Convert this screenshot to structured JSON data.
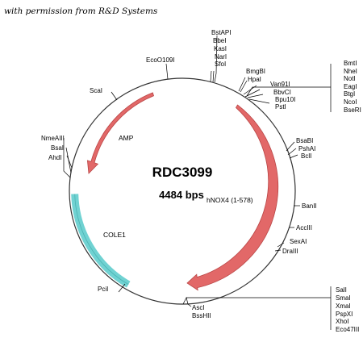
{
  "credit": "with permission from R&D Systems",
  "plasmid": {
    "name": "RDC3099",
    "size": "4484 bps"
  },
  "features": {
    "amp": "AMP",
    "cole1": "COLE1",
    "insert": "hNOX4 (1-578)"
  },
  "colors": {
    "insert_arrow": "#e26868",
    "cole1_arc": "#70d2d2",
    "ring": "#333333"
  },
  "sites": {
    "top": [
      "BstAPI",
      "BbeI",
      "KasI",
      "NarI",
      "SfoI"
    ],
    "eco": "EcoO109I",
    "bmg": [
      "BmgBI",
      "HpaI"
    ],
    "right_group": [
      "BmtI",
      "NheI",
      "NotI",
      "EagI",
      "BtgI",
      "NcoI",
      "BseRI"
    ],
    "van": [
      "Van91I",
      "BbvCI",
      "Bpu10I",
      "PstI"
    ],
    "sca": "ScaI",
    "left": [
      "NmeAIII",
      "BsaI",
      "AhdI"
    ],
    "bsab": [
      "BsaBI",
      "PshAI",
      "BclI"
    ],
    "ban": "BanII",
    "acc": "AccIII",
    "sex": [
      "SexAI",
      "DraIII"
    ],
    "pci": "PciI",
    "asc": [
      "AscI",
      "BssHII"
    ],
    "bottom_right": [
      "SalI",
      "SmaI",
      "XmaI",
      "PspXI",
      "XhoI",
      "Eco47III"
    ]
  }
}
